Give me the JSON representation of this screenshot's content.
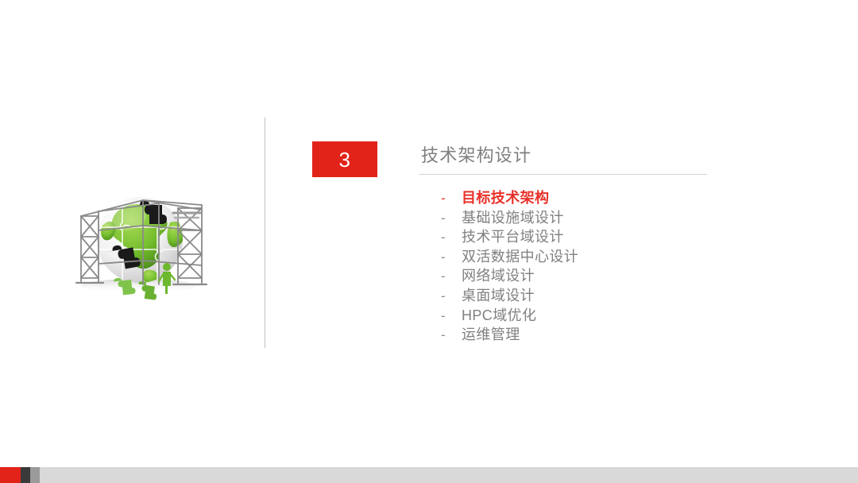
{
  "slide": {
    "number_badge": "3",
    "section_title": "技术架构设计",
    "accent_color": "#e22319",
    "title_color": "#7f7f7f",
    "list_color": "#808080",
    "agenda": [
      {
        "dash": "-",
        "label": "目标技术架构",
        "active": true
      },
      {
        "dash": "-",
        "label": "基础设施域设计",
        "active": false
      },
      {
        "dash": "-",
        "label": "技术平台域设计",
        "active": false
      },
      {
        "dash": "-",
        "label": "双活数据中心设计",
        "active": false
      },
      {
        "dash": "-",
        "label": "网络域设计",
        "active": false
      },
      {
        "dash": "-",
        "label": "桌面域设计",
        "active": false
      },
      {
        "dash": "-",
        "label": "HPC域优化",
        "active": false
      },
      {
        "dash": "-",
        "label": "运维管理",
        "active": false
      }
    ],
    "illustration": {
      "name": "puzzle-globe-scaffolding-image",
      "globe_color": "#7ac143",
      "globe_land_color": "#e8e8e8",
      "scaffold_color": "#8a8a8a",
      "worker_color": "#6eb82f"
    },
    "footer": {
      "bar_color": "#d9d9d9",
      "block_red": "#e22319",
      "block_dark": "#3a3a3a",
      "block_mid": "#9a9a9a"
    }
  }
}
